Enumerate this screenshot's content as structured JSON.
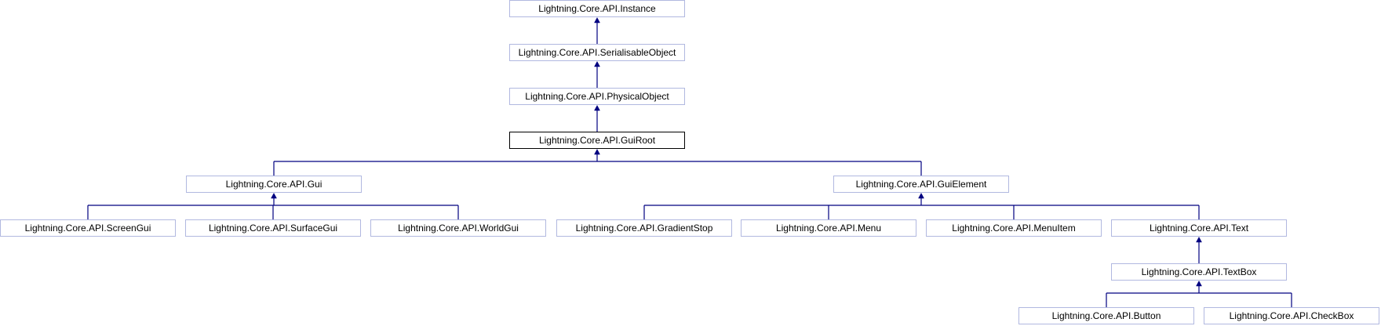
{
  "diagram": {
    "nodes": {
      "instance": "Lightning.Core.API.Instance",
      "serialisable_object": "Lightning.Core.API.SerialisableObject",
      "physical_object": "Lightning.Core.API.PhysicalObject",
      "gui_root": "Lightning.Core.API.GuiRoot",
      "gui": "Lightning.Core.API.Gui",
      "gui_element": "Lightning.Core.API.GuiElement",
      "screen_gui": "Lightning.Core.API.ScreenGui",
      "surface_gui": "Lightning.Core.API.SurfaceGui",
      "world_gui": "Lightning.Core.API.WorldGui",
      "gradient_stop": "Lightning.Core.API.GradientStop",
      "menu": "Lightning.Core.API.Menu",
      "menu_item": "Lightning.Core.API.MenuItem",
      "text": "Lightning.Core.API.Text",
      "text_box": "Lightning.Core.API.TextBox",
      "button": "Lightning.Core.API.Button",
      "check_box": "Lightning.Core.API.CheckBox"
    },
    "current_node": "gui_root",
    "edges": [
      {
        "parent": "instance",
        "children": [
          "serialisable_object"
        ]
      },
      {
        "parent": "serialisable_object",
        "children": [
          "physical_object"
        ]
      },
      {
        "parent": "physical_object",
        "children": [
          "gui_root"
        ]
      },
      {
        "parent": "gui_root",
        "children": [
          "gui",
          "gui_element"
        ]
      },
      {
        "parent": "gui",
        "children": [
          "screen_gui",
          "surface_gui",
          "world_gui"
        ]
      },
      {
        "parent": "gui_element",
        "children": [
          "gradient_stop",
          "menu",
          "menu_item",
          "text"
        ]
      },
      {
        "parent": "text",
        "children": [
          "text_box"
        ]
      },
      {
        "parent": "text_box",
        "children": [
          "button",
          "check_box"
        ]
      }
    ],
    "colors": {
      "edge": "#000080",
      "node_border": "#b1b8e0",
      "current_border": "#000000",
      "background": "#ffffff"
    }
  }
}
